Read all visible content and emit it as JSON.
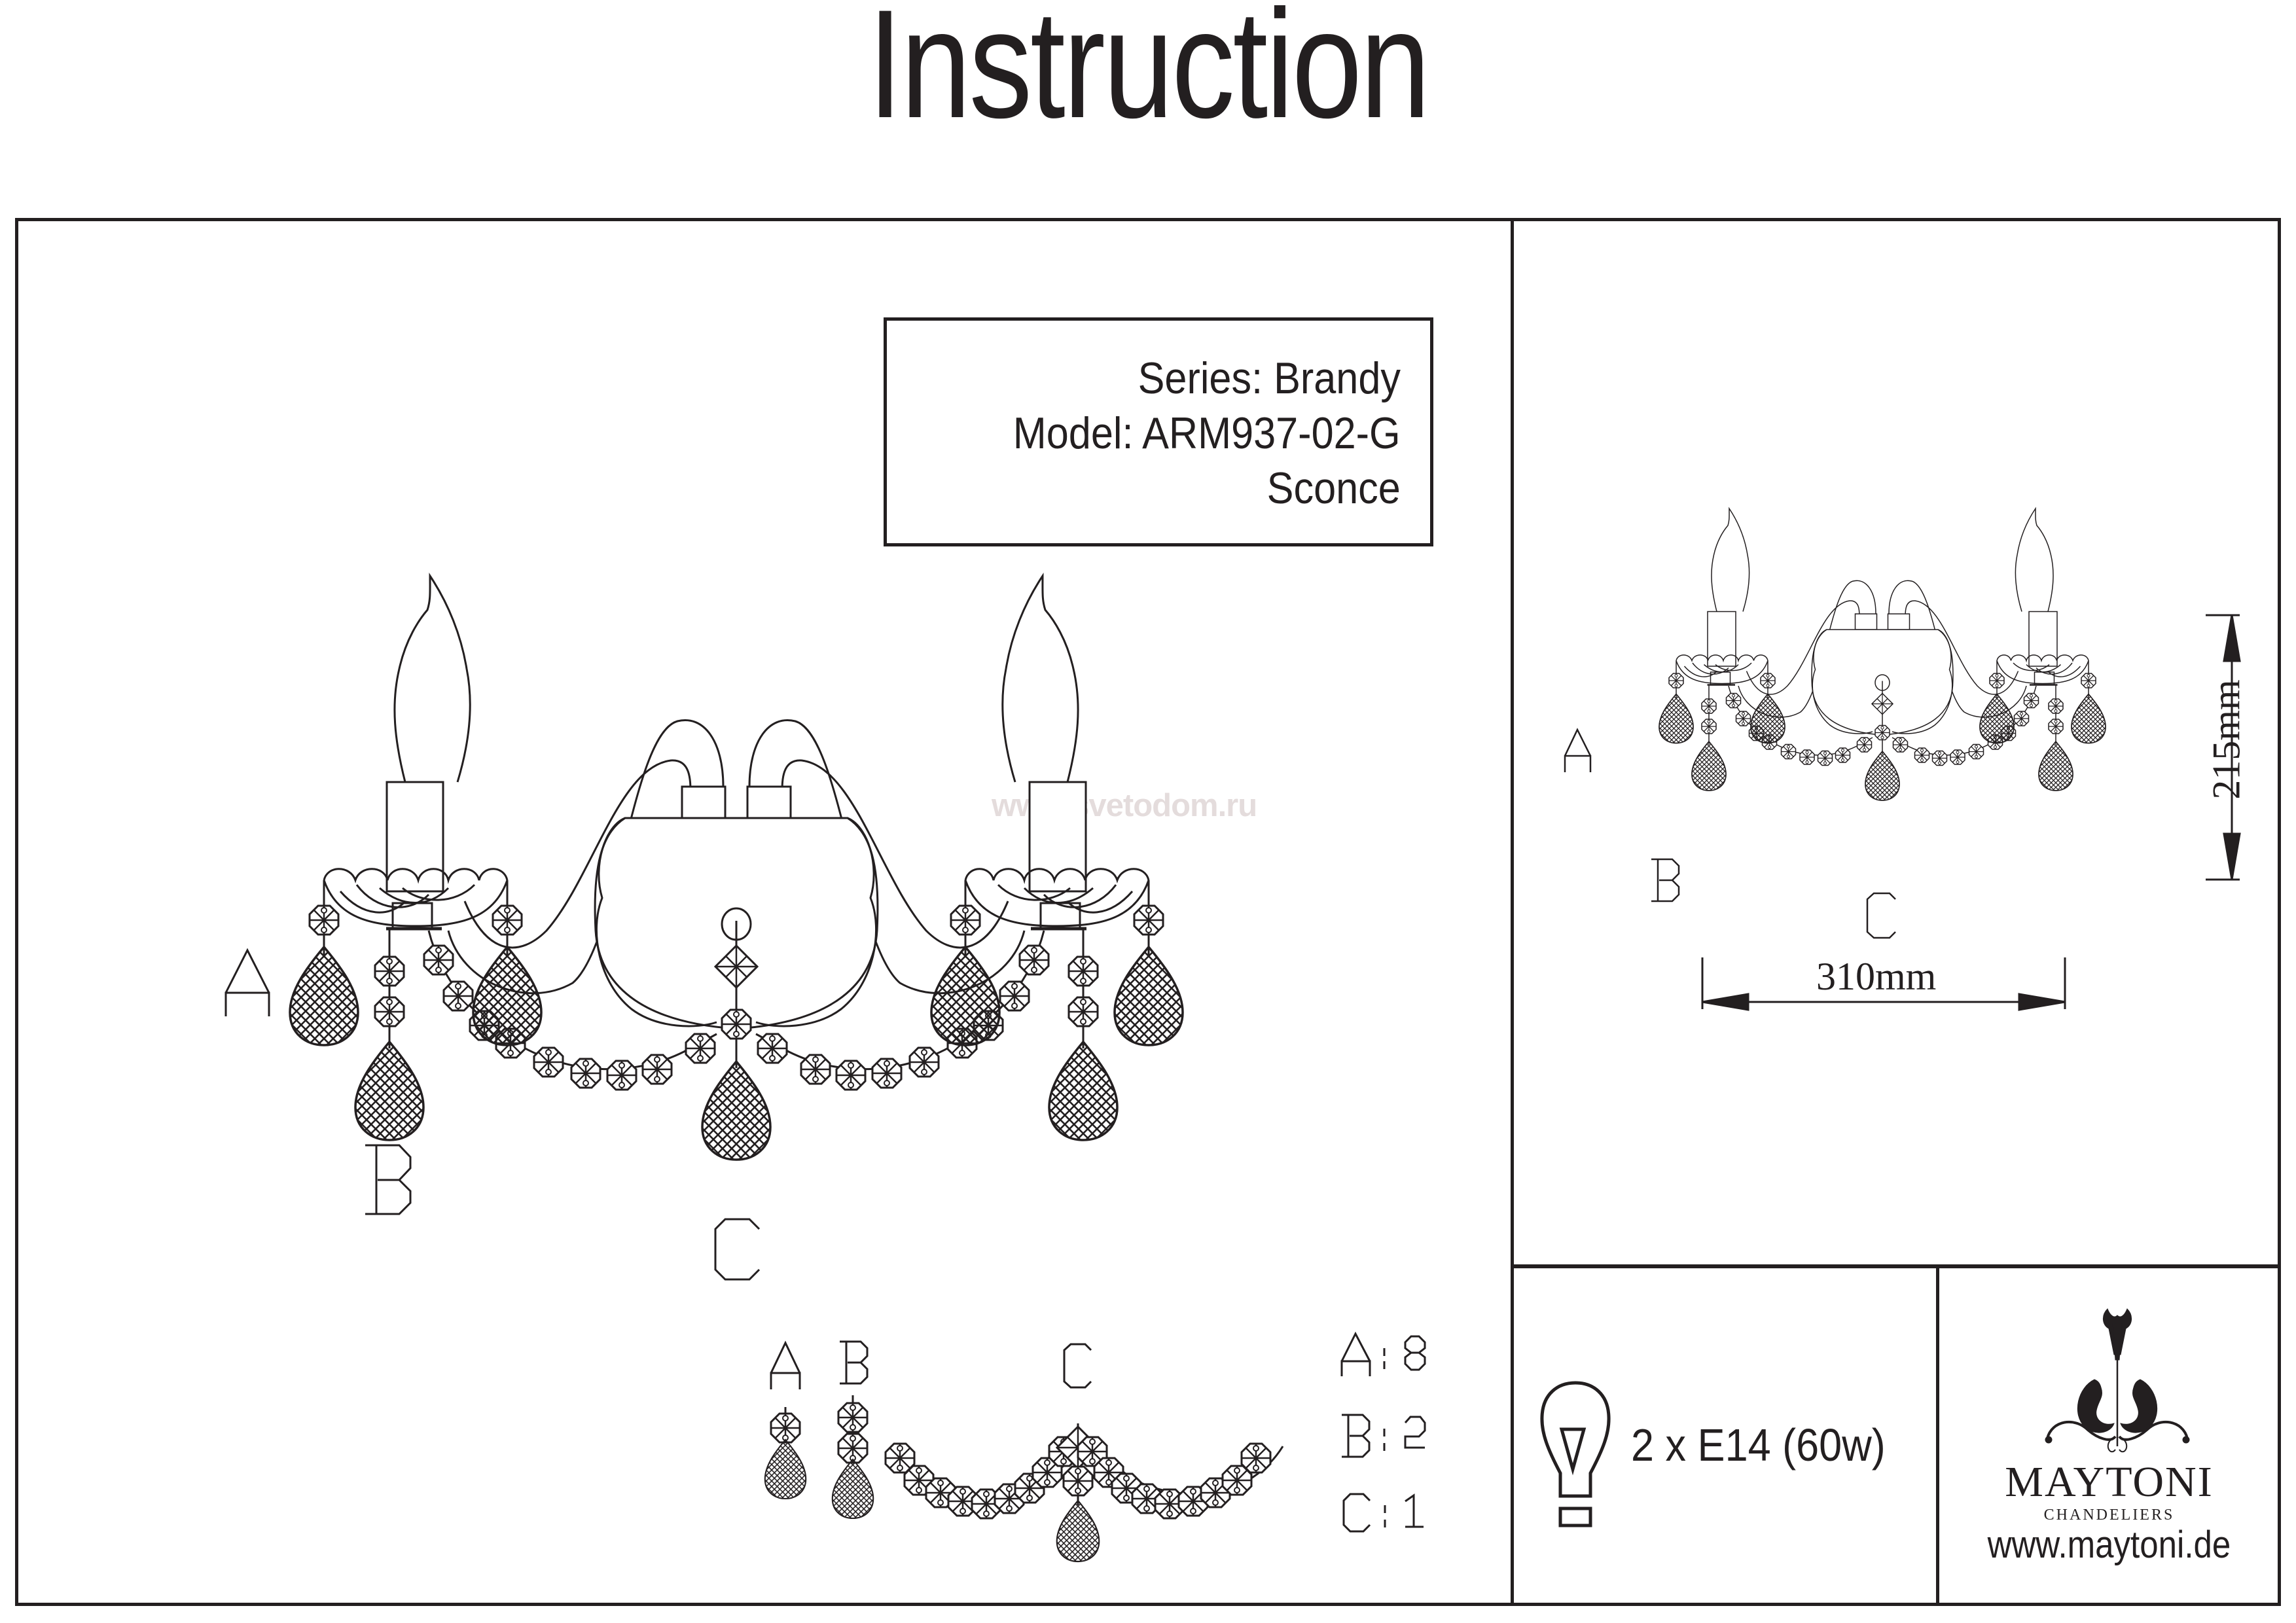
{
  "page": {
    "title": "Instruction",
    "watermark": "www.svetodom.ru"
  },
  "product": {
    "series_line": "Series: Brandy",
    "model_line": "Model: ARM937-02-G",
    "type_line": "Sconce",
    "series": "Brandy",
    "model": "ARM937-02-G",
    "type": "Sconce"
  },
  "drawing": {
    "part_labels": [
      "A",
      "B",
      "C"
    ]
  },
  "dimensions": {
    "width_label": "310mm",
    "height_label": "215mm",
    "width_mm": 310,
    "height_mm": 215
  },
  "parts_legend": {
    "items": [
      {
        "label": "A",
        "quantity": "8"
      },
      {
        "label": "B",
        "quantity": "2"
      },
      {
        "label": "C",
        "quantity": "1"
      }
    ]
  },
  "bulb": {
    "icon": "light-bulb-icon",
    "spec": "2 x E14 (60w)",
    "count": 2,
    "socket": "E14",
    "wattage": "60w"
  },
  "brand": {
    "logo_icon": "maytoni-chandelier-logo-icon",
    "name": "MAYTONI",
    "tagline": "CHANDELIERS",
    "url": "www.maytoni.de"
  },
  "colors": {
    "ink": "#231f20",
    "watermark": "#e4dcdc",
    "background": "#ffffff"
  }
}
